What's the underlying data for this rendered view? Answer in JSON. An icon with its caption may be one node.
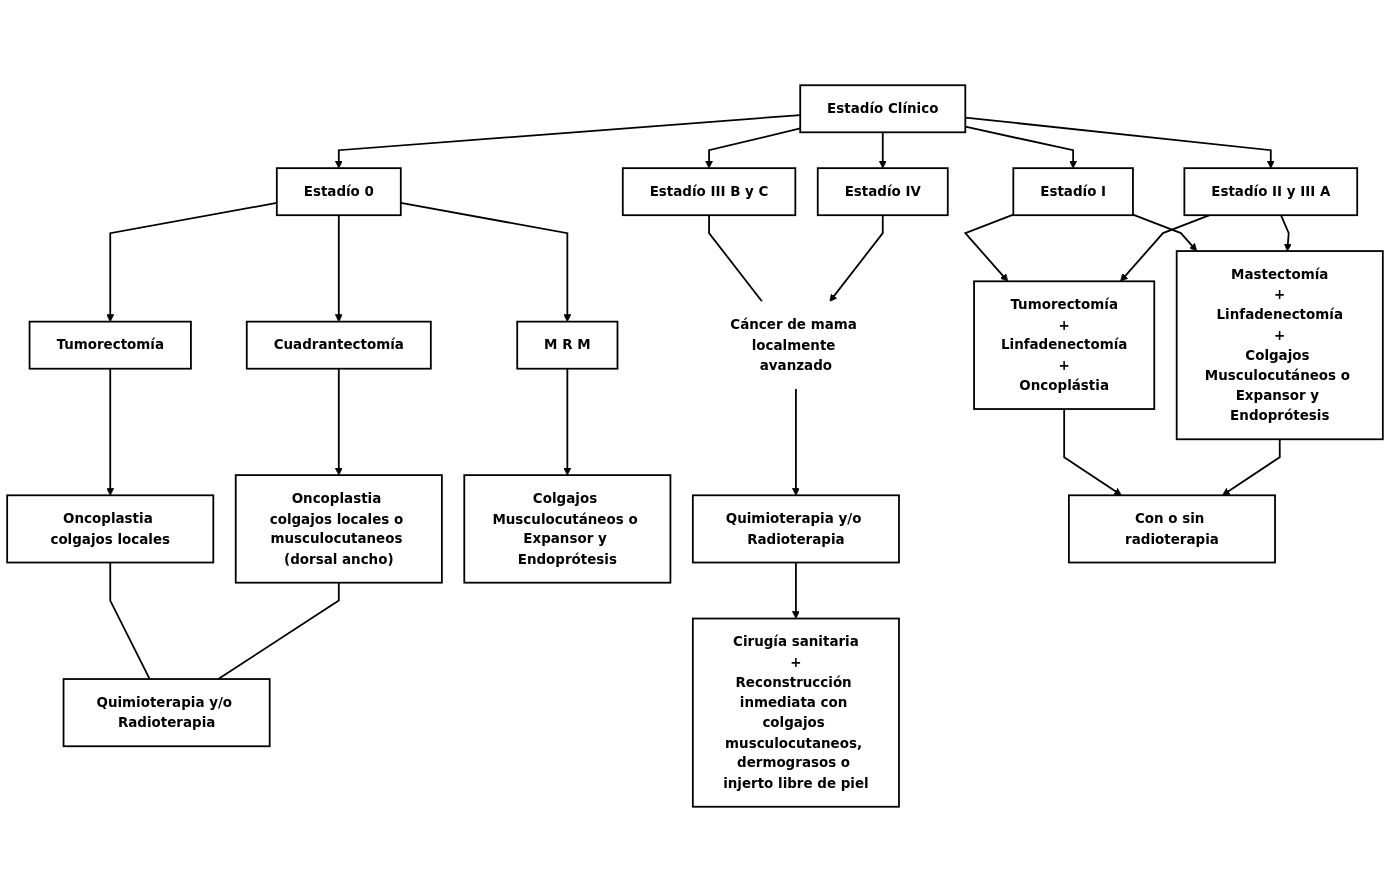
{
  "diagram": {
    "nodes": [
      {
        "text": [
          "Estadío Clínico"
        ]
      },
      {
        "text": [
          "Estadío 0"
        ]
      },
      {
        "text": [
          "Estadío I"
        ]
      },
      {
        "text": [
          "Estadío II y III A"
        ]
      },
      {
        "text": [
          "Estadío III B y C"
        ]
      },
      {
        "text": [
          "Estadío IV"
        ]
      },
      {
        "text": [
          "Tumorectomía"
        ]
      },
      {
        "text": [
          "Cuadrantectomía"
        ]
      },
      {
        "text": [
          "Oncoplastia colgajos locales"
        ]
      },
      {
        "text": [
          "Oncoplastia colgajos locales o musculocutaneos (dorsal ancho)"
        ]
      },
      {
        "text": [
          "M R M"
        ]
      },
      {
        "text": [
          "Colgajos Musculocutáneos o Expansor y Endoprótesis"
        ]
      },
      {
        "text": [
          "Quimioterapia y/o Radioterapia"
        ]
      },
      {
        "text": [
          "Tumorectomía",
          "+",
          "Linfadenectomía",
          "+",
          "Oncoplástia"
        ]
      },
      {
        "text": [
          "Mastectomía",
          "+",
          "Linfadenectomía",
          "+",
          "Colgajos Musculocutáneos o Expansor y Endoprótesis"
        ]
      },
      {
        "text": [
          "Cáncer de mama localmente avanzado"
        ]
      },
      {
        "text": [
          "Quimioterapia y/o Radioterapia"
        ]
      },
      {
        "text": [
          "Cirugía sanitaria",
          "+",
          "Reconstrucción inmediata con colgajos musculocutaneos, dermograsos o injerto libre de piel"
        ]
      },
      {
        "text": [
          "Con o sin radioterapia"
        ]
      }
    ],
    "edges": [
      {
        "from": 0,
        "to": 1,
        "arrow": "to"
      },
      {
        "from": 0,
        "to": 2,
        "arrow": "to"
      },
      {
        "from": 0,
        "to": 3,
        "arrow": "to"
      },
      {
        "from": 0,
        "to": 4,
        "arrow": "to"
      },
      {
        "from": 0,
        "to": 5,
        "arrow": "to"
      },
      {
        "from": 1,
        "to": 6,
        "arrow": "to"
      },
      {
        "from": 1,
        "to": 10,
        "arrow": "to"
      },
      {
        "from": 1,
        "to": 7,
        "arrow": "to"
      },
      {
        "from": 6,
        "to": 8,
        "arrow": "to"
      },
      {
        "from": 7,
        "to": 9,
        "arrow": "to"
      },
      {
        "from": 8,
        "to": 12,
        "arrow": "none"
      },
      {
        "from": 9,
        "to": 12,
        "arrow": "none"
      },
      {
        "from": 10,
        "to": 11,
        "arrow": "to"
      },
      {
        "from": 2,
        "to": 13,
        "arrow": "to"
      },
      {
        "from": 2,
        "to": 14,
        "arrow": "to"
      },
      {
        "from": 3,
        "to": 13,
        "arrow": "to"
      },
      {
        "from": 3,
        "to": 14,
        "arrow": "to"
      },
      {
        "from": 13,
        "to": 18,
        "arrow": "to"
      },
      {
        "from": 14,
        "to": 18,
        "arrow": "to"
      },
      {
        "from": 4,
        "to": 15,
        "arrow": "none"
      },
      {
        "from": 5,
        "to": 15,
        "arrow": "to"
      },
      {
        "from": 15,
        "to": 16,
        "arrow": "to"
      },
      {
        "from": 16,
        "to": 17,
        "arrow": "to"
      }
    ]
  }
}
